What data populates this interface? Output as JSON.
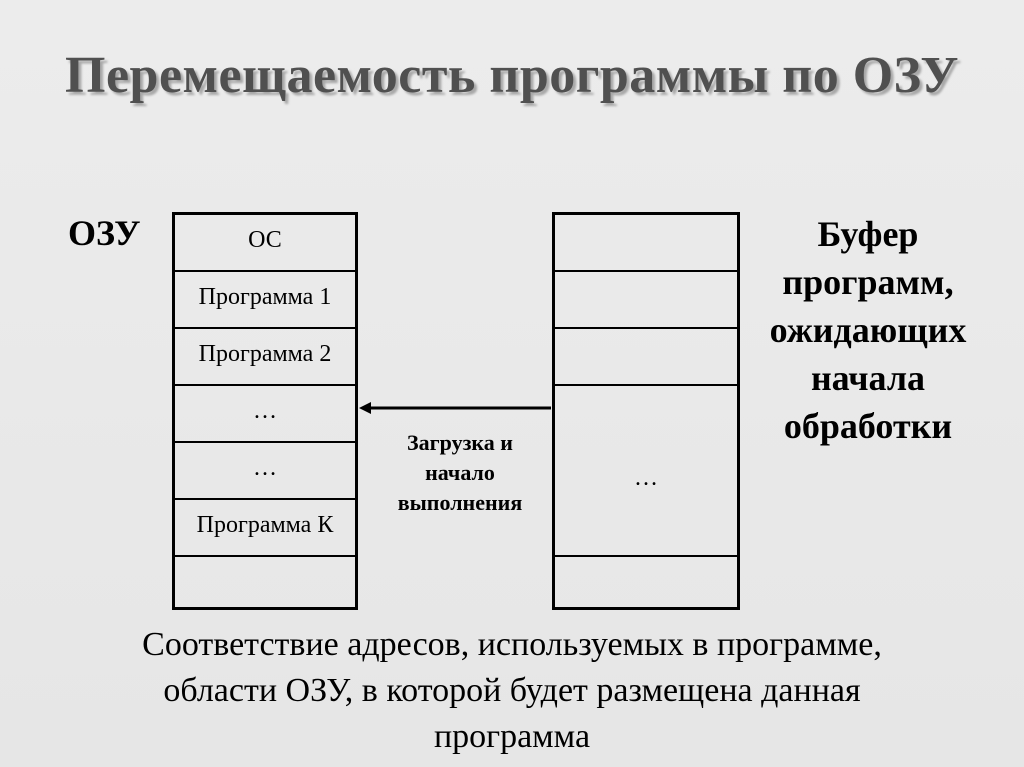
{
  "title": "Перемещаемость программы по ОЗУ",
  "ram": {
    "label": "ОЗУ",
    "rows": [
      "ОС",
      "Программа 1",
      "Программа 2",
      "…",
      "…",
      "Программа К",
      ""
    ]
  },
  "arrow": {
    "label_line1": "Загрузка и",
    "label_line2": "начало",
    "label_line3": "выполнения"
  },
  "buffer": {
    "ellipsis": "…",
    "label_line1": "Буфер",
    "label_line2": "программ,",
    "label_line3": "ожидающих",
    "label_line4": "начала",
    "label_line5": "обработки"
  },
  "footer": {
    "line1": "Соответствие адресов, используемых в программе,",
    "line2": "области ОЗУ, в которой будет размещена данная",
    "line3": "программа"
  }
}
